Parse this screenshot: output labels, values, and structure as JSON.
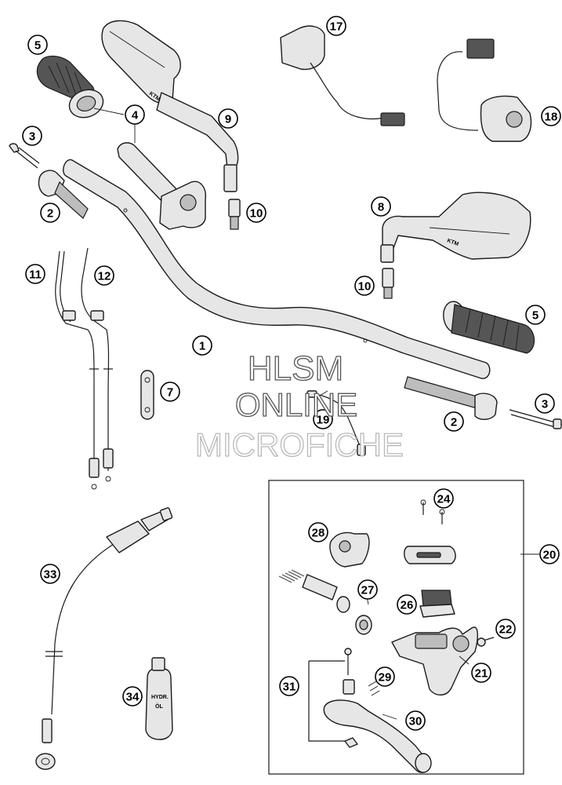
{
  "watermark": {
    "line1": "HLSM",
    "line2": "ONLINE",
    "line3": "MICROFICHE"
  },
  "bottle_label": {
    "line1": "HYDR.",
    "line2": "ÖL"
  },
  "mirror_logo": "KTM",
  "callouts": {
    "c1": "1",
    "c2a": "2",
    "c2b": "2",
    "c3a": "3",
    "c3b": "3",
    "c4": "4",
    "c5a": "5",
    "c5b": "5",
    "c7": "7",
    "c8": "8",
    "c9": "9",
    "c10a": "10",
    "c10b": "10",
    "c11": "11",
    "c12": "12",
    "c17": "17",
    "c18": "18",
    "c19": "19",
    "c20": "20",
    "c21": "21",
    "c22": "22",
    "c24": "24",
    "c26": "26",
    "c27": "27",
    "c28": "28",
    "c29": "29",
    "c30": "30",
    "c31": "31",
    "c33": "33",
    "c34": "34"
  }
}
